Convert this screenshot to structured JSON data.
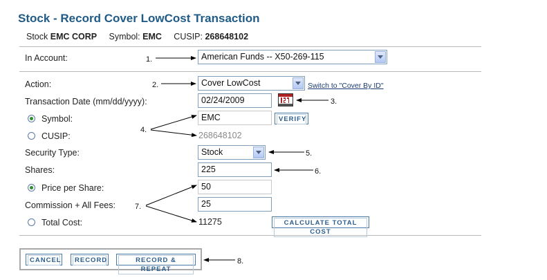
{
  "title": "Stock - Record Cover LowCost Transaction",
  "info": {
    "stock_label": "Stock",
    "stock_value": "EMC CORP",
    "symbol_label": "Symbol:",
    "symbol_value": "EMC",
    "cusip_label": "CUSIP:",
    "cusip_value": "268648102"
  },
  "form": {
    "account_label": "In Account:",
    "account_value": "American Funds -- X50-269-115",
    "action_label": "Action:",
    "action_value": "Cover LowCost",
    "switch_link": "Switch to \"Cover By ID\"",
    "date_label": "Transaction Date (mm/dd/yyyy):",
    "date_value": "02/24/2009",
    "symbol_label": "Symbol:",
    "symbol_value": "EMC",
    "verify_label": "VERIFY",
    "cusip_label": "CUSIP:",
    "cusip_value": "268648102",
    "security_type_label": "Security Type:",
    "security_type_value": "Stock",
    "shares_label": "Shares:",
    "shares_value": "225",
    "price_label": "Price per Share:",
    "price_value": "50",
    "commission_label": "Commission + All Fees:",
    "commission_value": "25",
    "total_label": "Total Cost:",
    "total_value": "11275",
    "calculate_label": "CALCULATE TOTAL COST"
  },
  "buttons": {
    "cancel": "CANCEL",
    "record": "RECORD",
    "record_repeat": "RECORD & REPEAT"
  },
  "annotations": [
    "1.",
    "2.",
    "3.",
    "4.",
    "5.",
    "6.",
    "7.",
    "8."
  ],
  "colors": {
    "title": "#1f5b86",
    "button_text": "#2b5d8e",
    "radio_selected": "#2f8f2f"
  },
  "icons": {
    "calendar": "calendar-icon",
    "dropdown": "chevron-down-icon"
  }
}
